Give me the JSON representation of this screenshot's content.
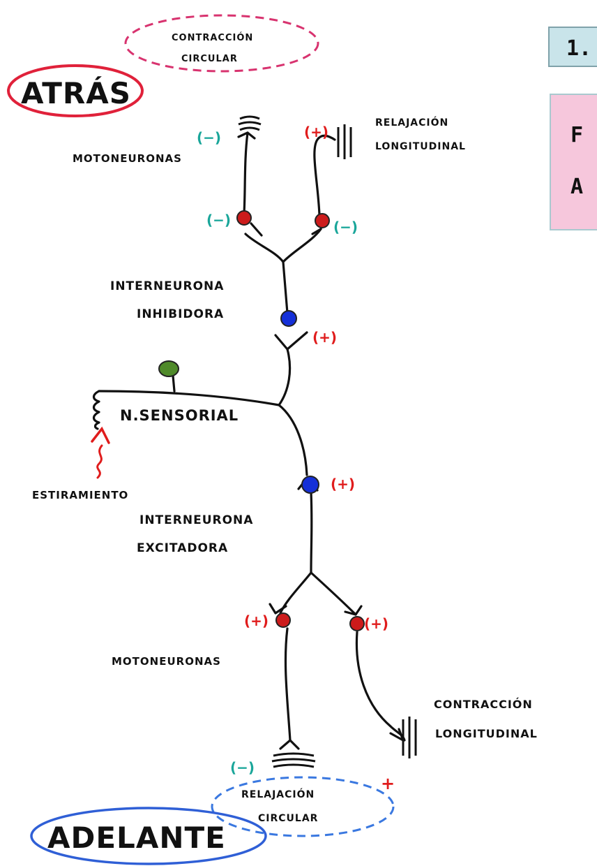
{
  "labels": {
    "circular_contraction": [
      "CONTRACCIÓN",
      "CIRCULAR"
    ],
    "back": "ATRÁS",
    "motoneurons_top": "MOTONEURONAS",
    "longitudinal_relaxation": [
      "RELAJACIÓN",
      "LONGITUDINAL"
    ],
    "inhibitory_interneuron": [
      "INTERNEURONA",
      "INHIBIDORA"
    ],
    "sensory_neuron": "N.SENSORIAL",
    "stretch": "ESTIRAMIENTO",
    "excitatory_interneuron": [
      "INTERNEURONA",
      "EXCITADORA"
    ],
    "motoneurons_bottom": "MOTONEURONAS",
    "longitudinal_contraction": [
      "CONTRACCIÓN",
      "LONGITUDINAL"
    ],
    "circular_relaxation": [
      "RELAJACIÓN",
      "CIRCULAR"
    ],
    "forward": "ADELANTE"
  },
  "signs": {
    "minus": "(−)",
    "plus": "(+)",
    "plus_bare": "+"
  },
  "header": {
    "number": "1."
  },
  "callout": {
    "line1": "F",
    "line2": "A"
  },
  "colors": {
    "ink": "#111111",
    "red_ring": "#e0213a",
    "blue_ring": "#2f5fd6",
    "pink_dash": "#d8336f",
    "blue_dash": "#3a78e0",
    "red_neuron": "#cc1b1b",
    "blue_neuron": "#1530d8",
    "green_receptor": "#4f8a2a",
    "minus_teal": "#1aa69a",
    "plus_red": "#e01c1c",
    "title_box": "#c9e4ea",
    "pink_box": "#f6c7dc"
  }
}
